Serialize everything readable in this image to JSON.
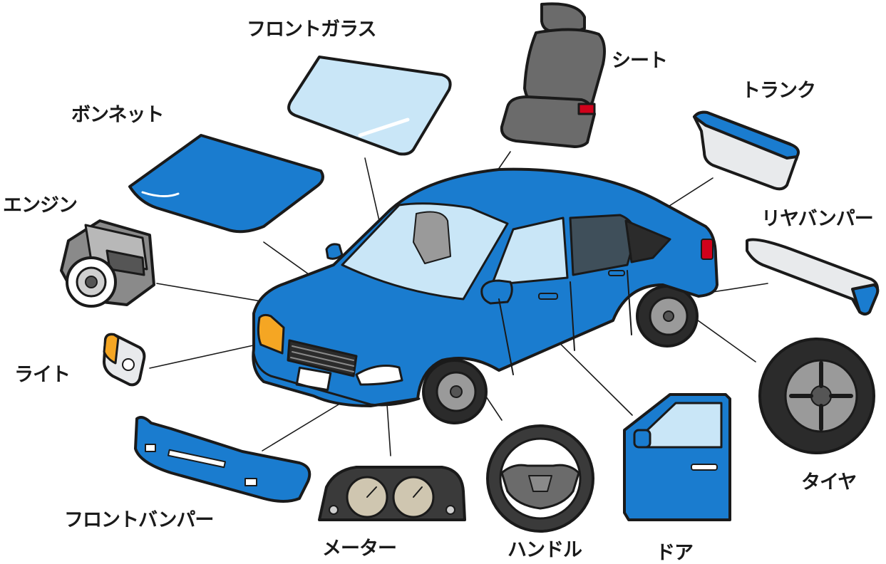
{
  "labels": {
    "front_glass": "フロントガラス",
    "seat": "シート",
    "trunk": "トランク",
    "bonnet": "ボンネット",
    "engine": "エンジン",
    "rear_bumper": "リヤバンパー",
    "light": "ライト",
    "front_bumper": "フロントバンパー",
    "meter": "メーター",
    "handle": "ハンドル",
    "door": "ドア",
    "tire": "タイヤ"
  },
  "colors": {
    "car_body": "#1a7ccf",
    "car_dark": "#0f5ea3",
    "outline": "#1a1a1a",
    "glass": "#c9e6f7",
    "seat_gray": "#6b6b6b",
    "tire_black": "#2b2b2b",
    "rim_gray": "#9a9a9a",
    "headlight_amber": "#f5a623",
    "panel_white": "#e8eaec"
  }
}
